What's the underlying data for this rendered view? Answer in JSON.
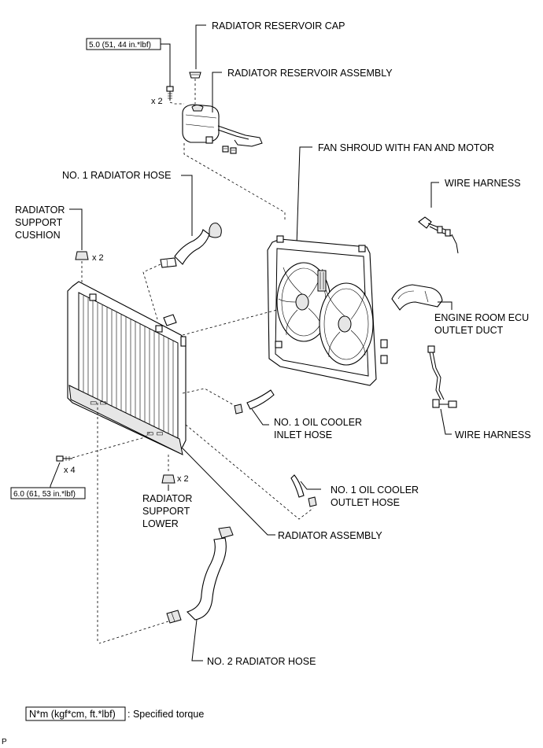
{
  "labels": {
    "radiator_reservoir_cap": "RADIATOR RESERVOIR CAP",
    "radiator_reservoir_assembly": "RADIATOR RESERVOIR ASSEMBLY",
    "fan_shroud": "FAN SHROUD WITH FAN AND MOTOR",
    "no1_radiator_hose": "NO. 1 RADIATOR HOSE",
    "wire_harness_top": "WIRE HARNESS",
    "support_cushion_line1": "RADIATOR",
    "support_cushion_line2": "SUPPORT",
    "support_cushion_line3": "CUSHION",
    "ecu_duct_line1": "ENGINE ROOM ECU",
    "ecu_duct_line2": "OUTLET DUCT",
    "oil_cooler_inlet_line1": "NO. 1 OIL COOLER",
    "oil_cooler_inlet_line2": "INLET HOSE",
    "wire_harness_bottom": "WIRE HARNESS",
    "oil_cooler_outlet_line1": "NO. 1 OIL COOLER",
    "oil_cooler_outlet_line2": "OUTLET HOSE",
    "support_lower_line1": "RADIATOR",
    "support_lower_line2": "SUPPORT",
    "support_lower_line3": "LOWER",
    "radiator_assembly": "RADIATOR ASSEMBLY",
    "no2_radiator_hose": "NO. 2 RADIATOR HOSE"
  },
  "quantities": {
    "reservoir_bolts": "x 2",
    "cushion": "x 2",
    "radiator_bolts": "x 4",
    "support_lower": "x 2"
  },
  "torques": {
    "reservoir": "5.0 (51, 44 in.*lbf)",
    "radiator": "6.0 (61, 53 in.*lbf)"
  },
  "legend": {
    "unit": "N*m (kgf*cm, ft.*lbf)",
    "description": ": Specified torque"
  },
  "figure_code": "P"
}
